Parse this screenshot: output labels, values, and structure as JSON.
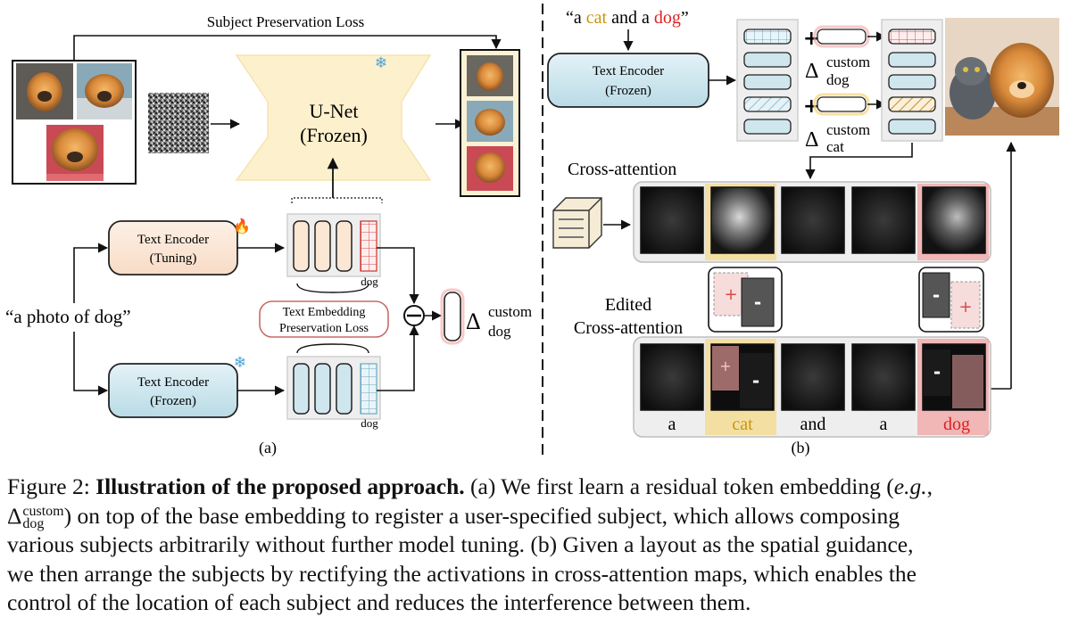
{
  "figure": {
    "panel_a": {
      "subject_loss_label": "Subject Preservation Loss",
      "unet_label_1": "U-Net",
      "unet_label_2": "(Frozen)",
      "encoder_tuning_1": "Text Encoder",
      "encoder_tuning_2": "(Tuning)",
      "encoder_frozen_1": "Text Encoder",
      "encoder_frozen_2": "(Frozen)",
      "prompt": "“a photo of dog”",
      "dog_token_top": "dog",
      "dog_token_bottom": "dog",
      "embed_loss_1": "Text Embedding",
      "embed_loss_2": "Preservation Loss",
      "delta_symbol": "Δ",
      "delta_sup": "custom",
      "delta_sub": "dog",
      "panel_label": "(a)"
    },
    "panel_b": {
      "prompt_open": "“a ",
      "prompt_cat": "cat",
      "prompt_and": " and a ",
      "prompt_dog": "dog",
      "prompt_close": "”",
      "encoder_1": "Text Encoder",
      "encoder_2": "(Frozen)",
      "delta_symbol": "Δ",
      "delta_dog_sup": "custom",
      "delta_dog_sub": "dog",
      "delta_cat_sup": "custom",
      "delta_cat_sub": "cat",
      "cross_attention": "Cross-attention",
      "edited_1": "Edited",
      "edited_2": "Cross-attention",
      "plus": "+",
      "minus": "-",
      "tokens": [
        "a",
        "cat",
        "and",
        "a",
        "dog"
      ],
      "panel_label": "(b)"
    },
    "colors": {
      "cat_accent": "#c8960c",
      "dog_accent": "#e02020",
      "encoder_tuning_fill": "#fbe6d6",
      "encoder_frozen_fill": "#cde6ee",
      "unet_fill": "#fdf0cc",
      "token_fill": "#cfe6ee",
      "cat_highlight": "#f6d98a",
      "dog_highlight": "#f2a3a3"
    }
  },
  "caption": {
    "prefix": "Figure 2: ",
    "title": "Illustration of the proposed approach.",
    "line1_rest": " (a) We first learn a residual token embedding (",
    "eg": "e.g.",
    "eg_comma": ",",
    "delta": "Δ",
    "delta_sup": "custom",
    "delta_sub": "dog",
    "line2_rest": ") on top of the base embedding to register a user-specified subject, which allows composing",
    "line3": "various subjects arbitrarily without further model tuning. (b) Given a layout as the spatial guidance,",
    "line4": "we then arrange the subjects by rectifying the activations in cross-attention maps, which enables the",
    "line5": "control of the location of each subject and reduces the interference between them."
  }
}
